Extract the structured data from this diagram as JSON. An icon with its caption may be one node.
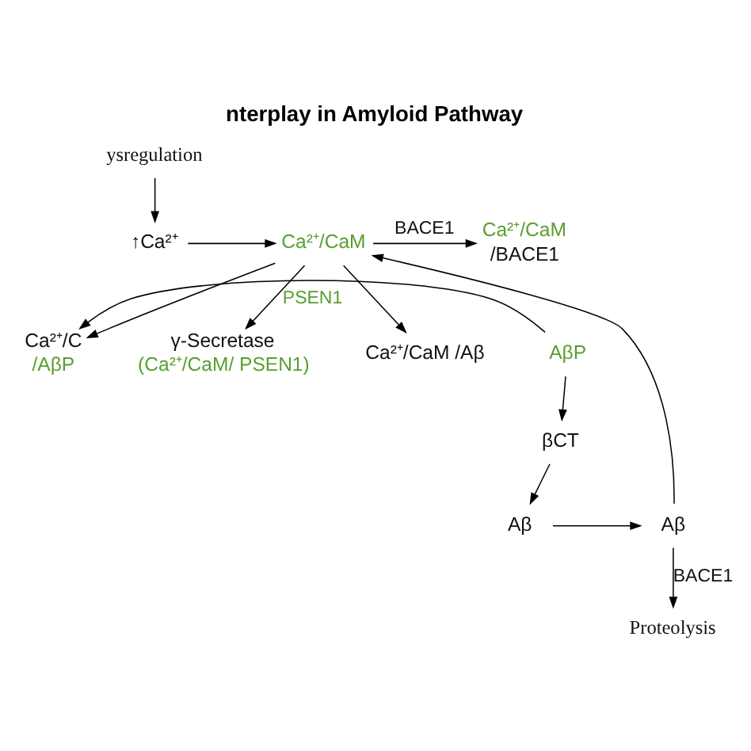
{
  "diagram": {
    "title": "nterplay in Amyloid Pathway",
    "nodes": [
      {
        "text": [
          "ysregulation"
        ]
      },
      {
        "text": [
          "↑Ca²⁺"
        ]
      },
      {
        "text": [
          "Ca²⁺/CaM"
        ]
      },
      {
        "text": [
          "Ca²⁺/C",
          "/AβP"
        ]
      },
      {
        "text": [
          "AβP"
        ]
      },
      {
        "text": [
          "Ca²⁺/CaM",
          "/BACE1"
        ]
      },
      {
        "text": [
          "βCT"
        ]
      },
      {
        "text": [
          "γ-Secretase",
          "(Ca²⁺/CaM/ PSEN1)"
        ]
      },
      {
        "text": [
          "Aβ"
        ]
      },
      {
        "text": [
          "Aβ"
        ]
      },
      {
        "text": [
          "Ca²⁺/CaM /Aβ"
        ]
      },
      {
        "text": [
          "Proteolysis"
        ]
      }
    ],
    "edges": [
      {
        "from": 0,
        "to": 1,
        "arrow": "to"
      },
      {
        "from": 1,
        "to": 2,
        "arrow": "to"
      },
      {
        "from": 2,
        "to": 3,
        "arrow": "to"
      },
      {
        "from": 4,
        "to": 3,
        "arrow": "to"
      },
      {
        "from": 2,
        "to": 5,
        "arrow": "to",
        "label": "BACE1"
      },
      {
        "from": 4,
        "to": 6,
        "arrow": "to"
      },
      {
        "from": 2,
        "to": 7,
        "arrow": "to",
        "label": "PSEN1"
      },
      {
        "from": 6,
        "to": 8,
        "arrow": "to"
      },
      {
        "from": 8,
        "to": 9,
        "arrow": "to"
      },
      {
        "from": 2,
        "to": 10,
        "arrow": "to"
      },
      {
        "from": 9,
        "to": 2,
        "arrow": "to"
      },
      {
        "from": 9,
        "to": 11,
        "arrow": "to",
        "label": "BACE1"
      }
    ]
  }
}
